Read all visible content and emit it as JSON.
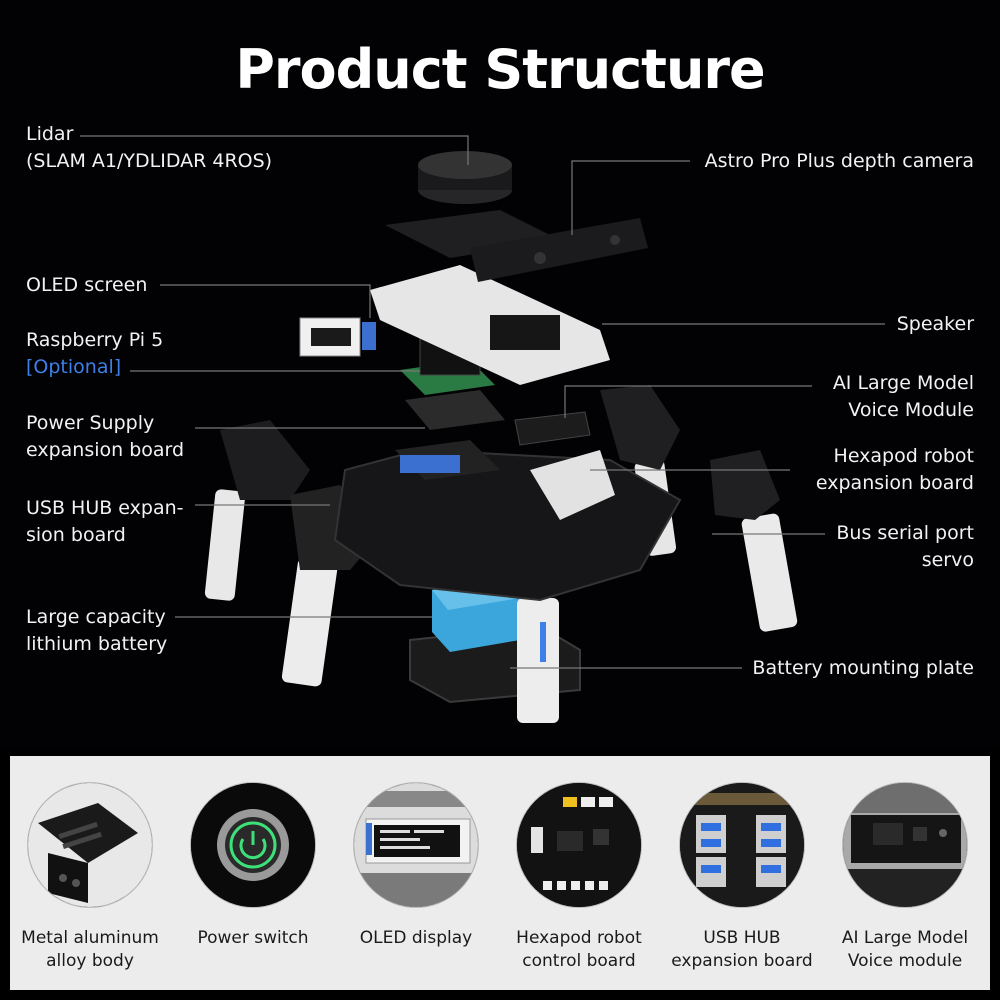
{
  "title": "Product Structure",
  "labels": {
    "lidar_line1": "Lidar",
    "lidar_line2": "(SLAM A1/YDLIDAR 4ROS)",
    "oled": "OLED screen",
    "rpi": "Raspberry Pi 5",
    "rpi_optional": "[Optional]",
    "power_line1": "Power Supply",
    "power_line2": "expansion board",
    "usb_line1": "USB HUB expan-",
    "usb_line2": "sion board",
    "battery_line1": "Large capacity",
    "battery_line2": "lithium battery",
    "camera": "Astro Pro Plus depth camera",
    "speaker": "Speaker",
    "voice_line1": "AI Large Model",
    "voice_line2": "Voice Module",
    "hexboard_line1": "Hexapod robot",
    "hexboard_line2": "expansion board",
    "servo_line1": "Bus serial port",
    "servo_line2": "servo",
    "plate": "Battery mounting plate"
  },
  "features": [
    {
      "line1": "Metal aluminum",
      "line2": "alloy body",
      "icon": "metal-body-icon"
    },
    {
      "line1": "Power switch",
      "line2": "",
      "icon": "power-switch-icon"
    },
    {
      "line1": "OLED display",
      "line2": "",
      "icon": "oled-display-icon"
    },
    {
      "line1": "Hexapod robot",
      "line2": "control board",
      "icon": "control-board-icon"
    },
    {
      "line1": "USB HUB",
      "line2": "expansion board",
      "icon": "usb-hub-icon"
    },
    {
      "line1": "AI Large Model",
      "line2": "Voice module",
      "icon": "voice-module-icon"
    }
  ],
  "colors": {
    "background": "#020204",
    "accent_optional": "#3f7fe8",
    "battery": "#3aa6dc",
    "power_ring": "#3ee07a",
    "panel": "#ececec"
  }
}
